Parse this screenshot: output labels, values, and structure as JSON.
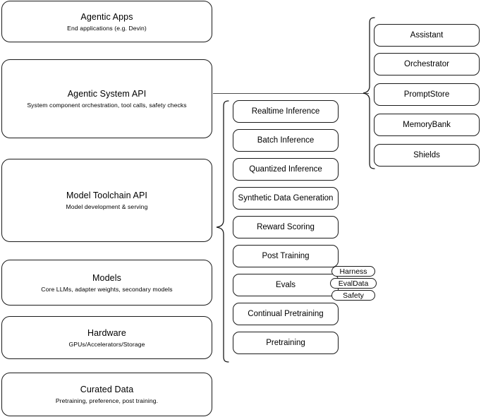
{
  "diagram": {
    "title": "Llama Stack layered architecture diagram",
    "stroke_color": "#1a1a1a",
    "connector_color": "#4d4d4d",
    "background": "#ffffff"
  },
  "left_stack": [
    {
      "id": "agentic-apps",
      "title": "Agentic Apps",
      "subtitle": "End applications (e.g. Devin)"
    },
    {
      "id": "agentic-system-api",
      "title": "Agentic System API",
      "subtitle": "System component orchestration, tool calls, safety checks"
    },
    {
      "id": "model-toolchain-api",
      "title": "Model Toolchain API",
      "subtitle": "Model development & serving"
    },
    {
      "id": "models",
      "title": "Models",
      "subtitle": "Core LLMs, adapter weights, secondary models"
    },
    {
      "id": "hardware",
      "title": "Hardware",
      "subtitle": "GPUs/Accelerators/Storage"
    },
    {
      "id": "curated-data",
      "title": "Curated Data",
      "subtitle": "Pretraining, preference, post training."
    }
  ],
  "middle_column": [
    {
      "id": "realtime-inference",
      "label": "Realtime Inference"
    },
    {
      "id": "batch-inference",
      "label": "Batch Inference"
    },
    {
      "id": "quantized-inference",
      "label": "Quantized Inference"
    },
    {
      "id": "synthetic-data-generation",
      "label": "Synthetic Data Generation"
    },
    {
      "id": "reward-scoring",
      "label": "Reward Scoring"
    },
    {
      "id": "post-training",
      "label": "Post Training"
    },
    {
      "id": "evals",
      "label": "Evals"
    },
    {
      "id": "continual-pretraining",
      "label": "Continual Pretraining"
    },
    {
      "id": "pretraining",
      "label": "Pretraining"
    }
  ],
  "eval_pills": [
    {
      "id": "harness",
      "label": "Harness"
    },
    {
      "id": "evaldata",
      "label": "EvalData"
    },
    {
      "id": "safety",
      "label": "Safety"
    }
  ],
  "right_column": [
    {
      "id": "assistant",
      "label": "Assistant"
    },
    {
      "id": "orchestrator",
      "label": "Orchestrator"
    },
    {
      "id": "promptstore",
      "label": "PromptStore"
    },
    {
      "id": "memorybank",
      "label": "MemoryBank"
    },
    {
      "id": "shields",
      "label": "Shields"
    }
  ]
}
